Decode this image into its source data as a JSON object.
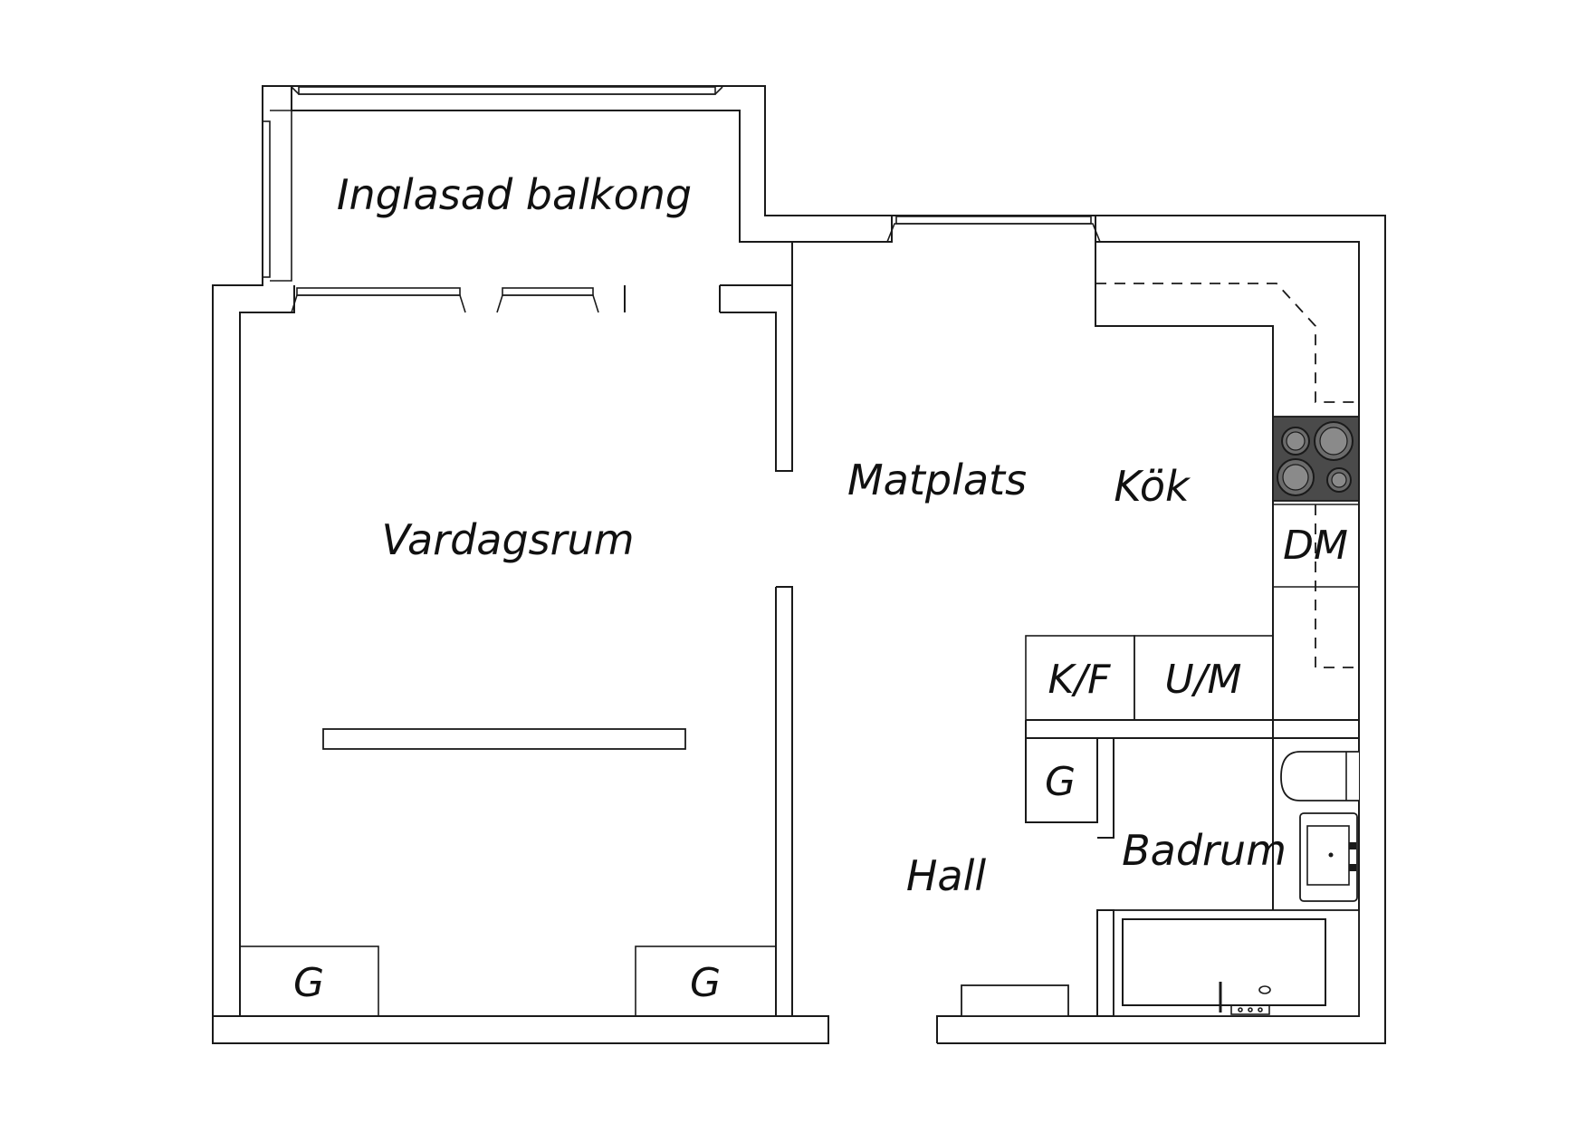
{
  "rooms": {
    "balcony": "Inglasad balkong",
    "living": "Vardagsrum",
    "dining": "Matplats",
    "kitchen": "Kök",
    "hall": "Hall",
    "bathroom": "Badrum"
  },
  "appliances": {
    "dishwasher": "DM",
    "fridge_freezer": "K/F",
    "oven_microwave": "U/M"
  },
  "wardrobes": [
    "G",
    "G",
    "G"
  ],
  "colors": {
    "line": "#1a1a1a",
    "stove": "#4a4a4a",
    "background": "#ffffff"
  }
}
